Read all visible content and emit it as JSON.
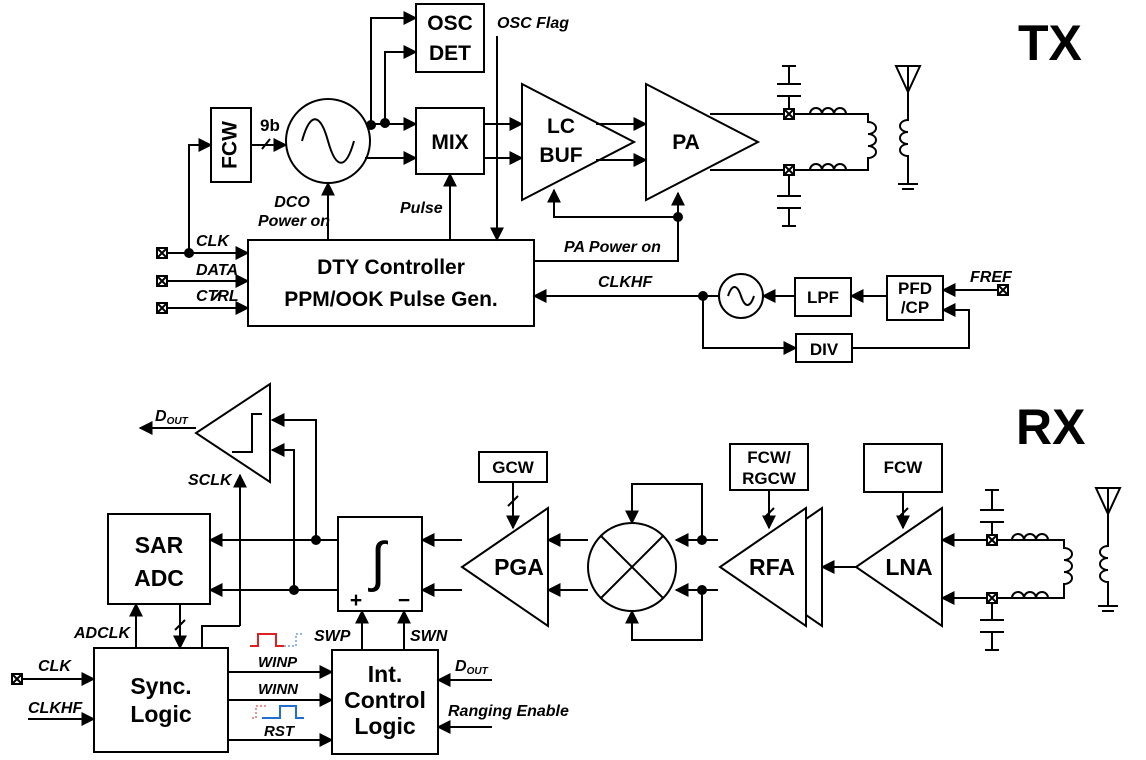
{
  "tx": {
    "title": "TX",
    "osc_det": [
      "OSC",
      "DET"
    ],
    "osc_flag": "OSC Flag",
    "fcw": "FCW",
    "bits": "9b",
    "mix": "MIX",
    "lc_buf": [
      "LC",
      "BUF"
    ],
    "pa": "PA",
    "dco_power_on": [
      "DCO",
      "Power on"
    ],
    "pulse": "Pulse",
    "pa_power_on": "PA Power on",
    "clk": "CLK",
    "data": "DATA",
    "ctrl": "CTRL",
    "dty_controller": [
      "DTY Controller",
      "PPM/OOK Pulse Gen."
    ],
    "clkhf": "CLKHF",
    "lpf": "LPF",
    "pfd_cp": [
      "PFD",
      "/CP"
    ],
    "fref": "FREF",
    "div": "DIV"
  },
  "rx": {
    "title": "RX",
    "dout": "D",
    "dout_sub": "OUT",
    "sclk": "SCLK",
    "sar_adc": [
      "SAR",
      "ADC"
    ],
    "gcw": "GCW",
    "fcw_rgcw": [
      "FCW/",
      "RGCW"
    ],
    "fcw": "FCW",
    "pga": "PGA",
    "rfa": "RFA",
    "lna": "LNA",
    "plus": "+",
    "minus": "−",
    "adclk": "ADCLK",
    "swp": "SWP",
    "swn": "SWN",
    "clk": "CLK",
    "clkhf": "CLKHF",
    "sync_logic": [
      "Sync.",
      "Logic"
    ],
    "winp": "WINP",
    "winn": "WINN",
    "rst": "RST",
    "int_control_logic": [
      "Int.",
      "Control",
      "Logic"
    ],
    "ranging_enable": "Ranging Enable"
  },
  "colors": {
    "line": "#000000",
    "winp_pulse": "#e02020",
    "winn_pulse": "#1f6fd0"
  }
}
